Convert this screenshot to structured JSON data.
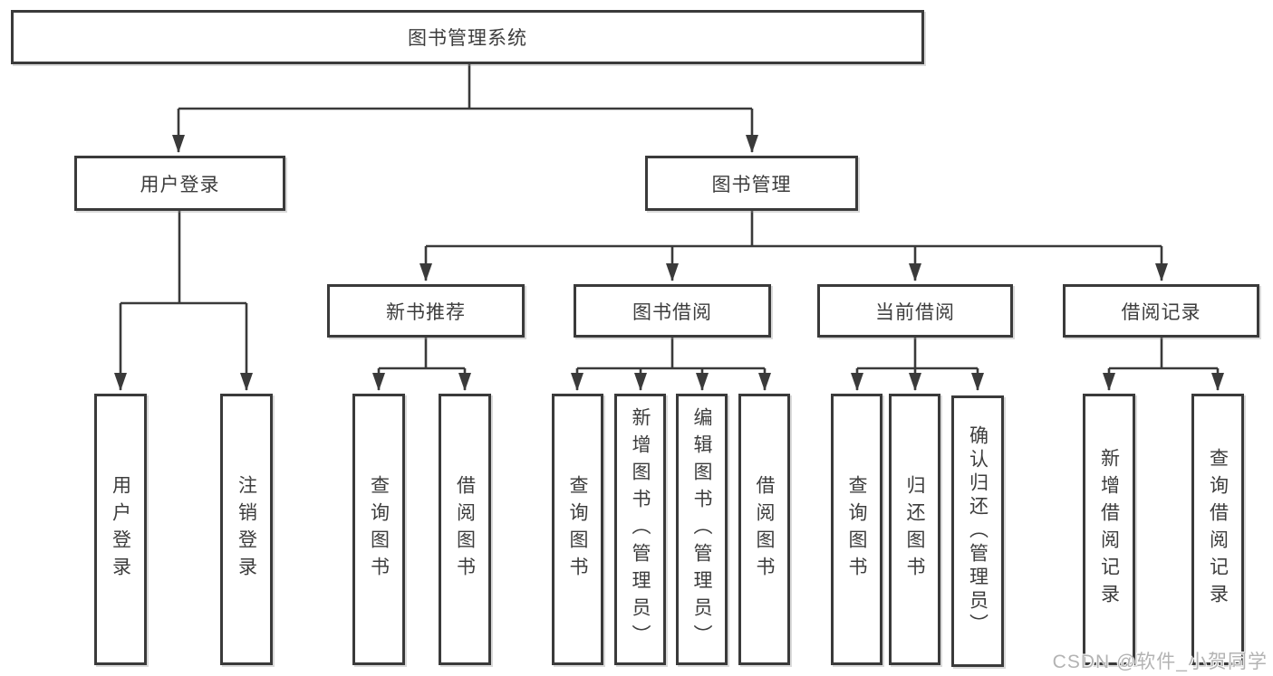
{
  "diagram_title": "图书管理系统",
  "nodes": {
    "root": {
      "label": "图书管理系统"
    },
    "user_login_branch": {
      "label": "用户登录"
    },
    "book_mgmt": {
      "label": "图书管理"
    },
    "new_book_rec": {
      "label": "新书推荐"
    },
    "book_borrow": {
      "label": "图书借阅"
    },
    "current_borrow": {
      "label": "当前借阅"
    },
    "borrow_record": {
      "label": "借阅记录"
    },
    "leaf_user_login": {
      "label": "用户登录"
    },
    "leaf_logout": {
      "label": "注销登录"
    },
    "leaf_nbr_query": {
      "label": "查询图书"
    },
    "leaf_nbr_borrow": {
      "label": "借阅图书"
    },
    "leaf_bb_query": {
      "label": "查询图书"
    },
    "leaf_bb_add": {
      "label": "新增图书（管理员）"
    },
    "leaf_bb_edit": {
      "label": "编辑图书（管理员）"
    },
    "leaf_bb_borrow": {
      "label": "借阅图书"
    },
    "leaf_cb_query": {
      "label": "查询图书"
    },
    "leaf_cb_return": {
      "label": "归还图书"
    },
    "leaf_cb_confirm": {
      "label": "确认归还（管理员）"
    },
    "leaf_br_add": {
      "label": "新增借阅记录"
    },
    "leaf_br_query": {
      "label": "查询借阅记录"
    }
  },
  "edges": [
    [
      "root",
      "user_login_branch"
    ],
    [
      "root",
      "book_mgmt"
    ],
    [
      "user_login_branch",
      "leaf_user_login"
    ],
    [
      "user_login_branch",
      "leaf_logout"
    ],
    [
      "book_mgmt",
      "new_book_rec"
    ],
    [
      "book_mgmt",
      "book_borrow"
    ],
    [
      "book_mgmt",
      "current_borrow"
    ],
    [
      "book_mgmt",
      "borrow_record"
    ],
    [
      "new_book_rec",
      "leaf_nbr_query"
    ],
    [
      "new_book_rec",
      "leaf_nbr_borrow"
    ],
    [
      "book_borrow",
      "leaf_bb_query"
    ],
    [
      "book_borrow",
      "leaf_bb_add"
    ],
    [
      "book_borrow",
      "leaf_bb_edit"
    ],
    [
      "book_borrow",
      "leaf_bb_borrow"
    ],
    [
      "current_borrow",
      "leaf_cb_query"
    ],
    [
      "current_borrow",
      "leaf_cb_return"
    ],
    [
      "current_borrow",
      "leaf_cb_confirm"
    ],
    [
      "borrow_record",
      "leaf_br_add"
    ],
    [
      "borrow_record",
      "leaf_br_query"
    ]
  ],
  "watermark": {
    "text": "CSDN @软件_小贺同学",
    "color": "#b3b3b3"
  },
  "colors": {
    "line": "#3a3a3a",
    "box_border": "#3a3a3a",
    "box_bg": "#ffffff",
    "text": "#3d3d3d"
  }
}
